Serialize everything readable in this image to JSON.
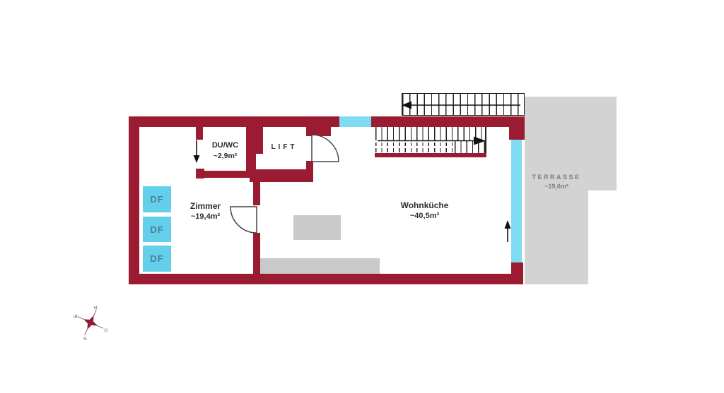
{
  "plan": {
    "rooms": [
      {
        "id": "duwc",
        "name": "DU/WC",
        "area": "~2,9m²"
      },
      {
        "id": "lift",
        "name": "LIFT",
        "area": ""
      },
      {
        "id": "zimmer",
        "name": "Zimmer",
        "area": "~19,4m²"
      },
      {
        "id": "wohnkueche",
        "name": "Wohnküche",
        "area": "~40,5m²"
      },
      {
        "id": "terrasse",
        "name": "TERRASSE",
        "area": "~19,6m²"
      }
    ],
    "roof_window_label": "DF",
    "compass": {
      "n": "N",
      "e": "O",
      "s": "S",
      "w": "W"
    },
    "annotations": {
      "entry_arrow": "down",
      "kitchen_window_arrow": "up",
      "stair_flight_up_arrow": "left",
      "stair_flight_down_arrow": "right"
    }
  },
  "colors": {
    "wall": "#9b1b32",
    "window": "#7edcf2",
    "roof_window": "#62d0ea",
    "terrace": "#d3d3d3",
    "furniture": "#cacaca",
    "stair_line": "#222222",
    "label_text": "#2d2d2d",
    "terrace_text": "#7d7d7d"
  }
}
